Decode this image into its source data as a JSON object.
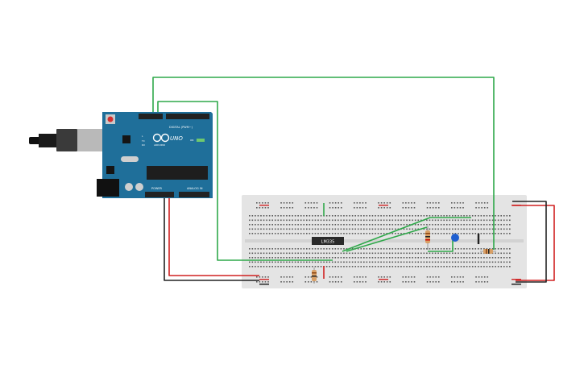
{
  "arduino": {
    "logo_text": "UNO",
    "brand_text": "ARDUINO",
    "digital_header_text": "DIGITAL (PWM~)",
    "power_header_text": "POWER",
    "analog_header_text": "ANALOG IN",
    "tx_label": "TX",
    "rx_label": "RX",
    "l_label": "L",
    "on_label": "ON"
  },
  "breadboard": {
    "chip_label": "LM335"
  },
  "colors": {
    "board": "#1f6f9a",
    "board_dark": "#155273",
    "breadboard": "#e4e4e4",
    "rail_red": "#d03030",
    "wire_green": "#2fa84a",
    "wire_red": "#d02020",
    "wire_black": "#222222",
    "chip": "#2a2a2a",
    "cap_blue": "#1f5fd0",
    "resistor": "#d9a066"
  }
}
